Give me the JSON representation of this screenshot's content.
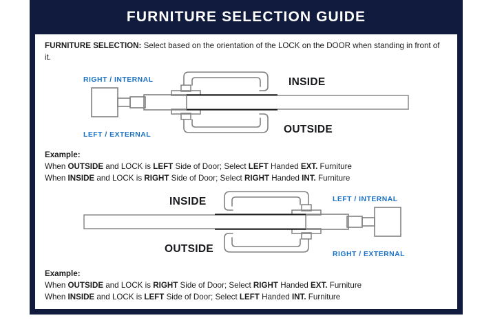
{
  "header": {
    "title": "FURNITURE SELECTION GUIDE",
    "background_color": "#111b3d",
    "text_color": "#ffffff"
  },
  "colors": {
    "navy": "#111b3d",
    "blue_label": "#1b72c4",
    "body_text": "#1b1b1b",
    "diagram_line": "#808080",
    "diagram_dark_line": "#1b1b1b",
    "page_background": "#ffffff"
  },
  "intro": {
    "label": "FURNITURE SELECTION:",
    "text": " Select based on the orientation of the LOCK on the DOOR when standing in front of it."
  },
  "diagram_1": {
    "name": "left-hand-external-door-diagram",
    "labels": {
      "top_left": "RIGHT / INTERNAL",
      "bottom_left": "LEFT / EXTERNAL",
      "top_right": "INSIDE",
      "bottom_right": "OUTSIDE"
    },
    "lock_position": "left",
    "handle_direction": "right"
  },
  "diagram_2": {
    "name": "right-hand-external-door-diagram",
    "labels": {
      "top_right": "LEFT / INTERNAL",
      "bottom_right": "RIGHT / EXTERNAL",
      "top_left": "INSIDE",
      "bottom_left": "OUTSIDE"
    },
    "lock_position": "right",
    "handle_direction": "left"
  },
  "example_1": {
    "heading": "Example:",
    "lines": [
      {
        "parts": [
          {
            "t": "When ",
            "b": false
          },
          {
            "t": "OUTSIDE",
            "b": true
          },
          {
            "t": " and LOCK is ",
            "b": false
          },
          {
            "t": "LEFT",
            "b": true
          },
          {
            "t": " Side of Door;   Select ",
            "b": false
          },
          {
            "t": "LEFT",
            "b": true
          },
          {
            "t": " Handed ",
            "b": false
          },
          {
            "t": "EXT.",
            "b": true
          },
          {
            "t": " Furniture",
            "b": false
          }
        ]
      },
      {
        "parts": [
          {
            "t": "When ",
            "b": false
          },
          {
            "t": "INSIDE",
            "b": true
          },
          {
            "t": " and LOCK is ",
            "b": false
          },
          {
            "t": "RIGHT",
            "b": true
          },
          {
            "t": " Side of Door;  Select ",
            "b": false
          },
          {
            "t": "RIGHT",
            "b": true
          },
          {
            "t": " Handed ",
            "b": false
          },
          {
            "t": "INT.",
            "b": true
          },
          {
            "t": " Furniture",
            "b": false
          }
        ]
      }
    ]
  },
  "example_2": {
    "heading": "Example:",
    "lines": [
      {
        "parts": [
          {
            "t": "When ",
            "b": false
          },
          {
            "t": "OUTSIDE",
            "b": true
          },
          {
            "t": " and LOCK is ",
            "b": false
          },
          {
            "t": "RIGHT",
            "b": true
          },
          {
            "t": " Side of Door;   Select ",
            "b": false
          },
          {
            "t": "RIGHT",
            "b": true
          },
          {
            "t": " Handed ",
            "b": false
          },
          {
            "t": "EXT.",
            "b": true
          },
          {
            "t": " Furniture",
            "b": false
          }
        ]
      },
      {
        "parts": [
          {
            "t": "When ",
            "b": false
          },
          {
            "t": "INSIDE",
            "b": true
          },
          {
            "t": " and LOCK is ",
            "b": false
          },
          {
            "t": "LEFT",
            "b": true
          },
          {
            "t": " Side of Door;  Select ",
            "b": false
          },
          {
            "t": "LEFT",
            "b": true
          },
          {
            "t": " Handed ",
            "b": false
          },
          {
            "t": "INT.",
            "b": true
          },
          {
            "t": " Furniture",
            "b": false
          }
        ]
      }
    ]
  }
}
